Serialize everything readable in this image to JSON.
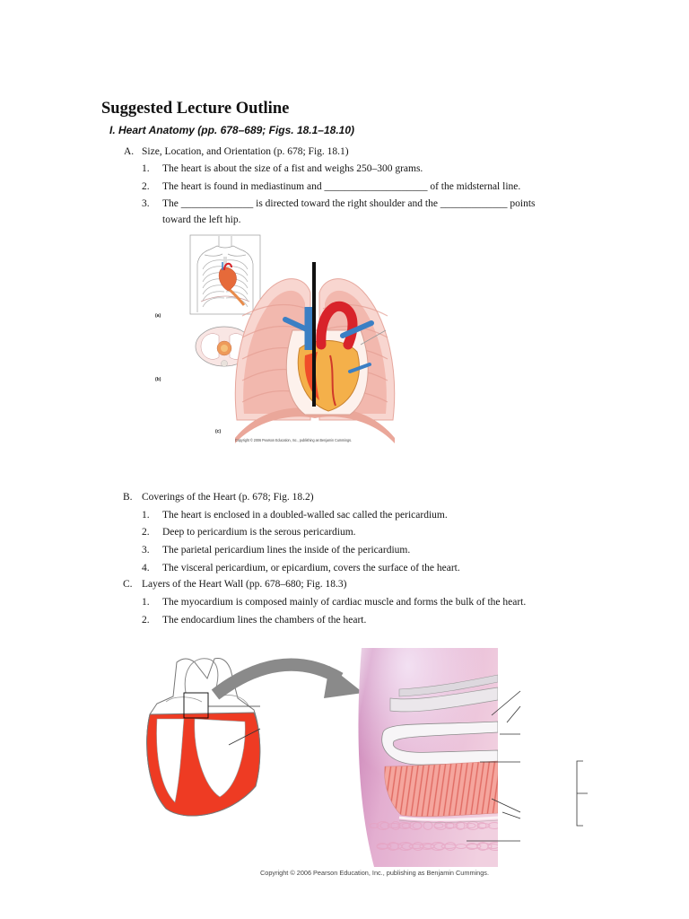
{
  "title": "Suggested Lecture Outline",
  "section_heading": "I. Heart Anatomy (pp. 678–689; Figs. 18.1–18.10)",
  "outline": [
    {
      "letter": "A.",
      "heading": "Size, Location, and Orientation (p. 678; Fig. 18.1)",
      "items": [
        {
          "num": "1.",
          "text": "The heart is about the size of a fist and weighs 250–300 grams."
        },
        {
          "num": "2.",
          "text": "The heart is found in mediastinum and ____________________ of the midsternal line."
        },
        {
          "num": "3.",
          "lines": [
            "The ______________ is directed toward the right shoulder and the _____________ points",
            "toward the left hip."
          ]
        }
      ]
    },
    {
      "letter": "B.",
      "heading": "Coverings of the Heart (p. 678; Fig. 18.2)",
      "items": [
        {
          "num": "1.",
          "text": "The heart is enclosed in a doubled-walled sac called the pericardium."
        },
        {
          "num": "2.",
          "text": "Deep to pericardium is the serous pericardium."
        },
        {
          "num": "3.",
          "text": "The parietal pericardium lines the inside of the pericardium."
        },
        {
          "num": "4.",
          "text": "The visceral pericardium, or epicardium, covers the surface of the heart."
        }
      ]
    },
    {
      "letter": "C.",
      "heading": "Layers of the Heart Wall (pp. 678–680; Fig. 18.3)",
      "items": [
        {
          "num": "1.",
          "text": "The myocardium is composed mainly of cardiac muscle and forms the bulk of the heart."
        },
        {
          "num": "2.",
          "text": "The endocardium lines the chambers of the heart."
        }
      ]
    }
  ],
  "figure_location": {
    "panel_labels": [
      "(a)",
      "(b)",
      "(c)"
    ],
    "copyright": "Copyright © 2006 Pearson Education, Inc., publishing as Benjamin Cummings."
  },
  "figure_heart_wall": {
    "copyright": "Copyright © 2006 Pearson Education, Inc., publishing as Benjamin Cummings."
  },
  "colors": {
    "myocardium_red": "#ee3b23",
    "aorta_red": "#d8232a",
    "vessel_blue": "#3b7fc4",
    "heart_surface": "#f4b04a",
    "lung_pink": "#f2b8ae"
  }
}
